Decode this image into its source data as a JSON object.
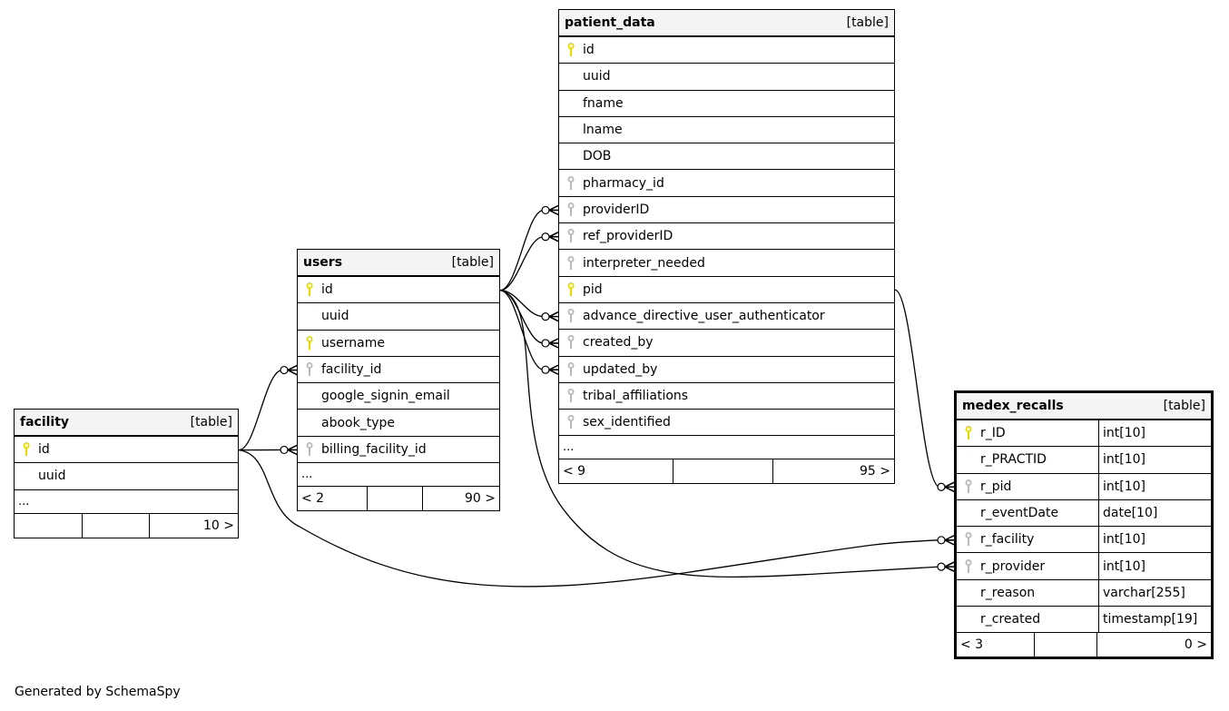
{
  "diagram": {
    "credit": "Generated by SchemaSpy",
    "key_colors": {
      "primary": "#e8d800",
      "foreign": "#b8b8b8"
    },
    "tables": {
      "patient_data": {
        "name": "patient_data",
        "kind": "[table]",
        "columns": [
          {
            "name": "id",
            "key": "primary"
          },
          {
            "name": "uuid",
            "key": "none"
          },
          {
            "name": "fname",
            "key": "none"
          },
          {
            "name": "lname",
            "key": "none"
          },
          {
            "name": "DOB",
            "key": "none"
          },
          {
            "name": "pharmacy_id",
            "key": "foreign"
          },
          {
            "name": "providerID",
            "key": "foreign"
          },
          {
            "name": "ref_providerID",
            "key": "foreign"
          },
          {
            "name": "interpreter_needed",
            "key": "foreign"
          },
          {
            "name": "pid",
            "key": "primary"
          },
          {
            "name": "advance_directive_user_authenticator",
            "key": "foreign"
          },
          {
            "name": "created_by",
            "key": "foreign"
          },
          {
            "name": "updated_by",
            "key": "foreign"
          },
          {
            "name": "tribal_affiliations",
            "key": "foreign"
          },
          {
            "name": "sex_identified",
            "key": "foreign"
          }
        ],
        "more": "...",
        "footer": {
          "parents": "< 9",
          "middle": "",
          "children": "95 >"
        }
      },
      "users": {
        "name": "users",
        "kind": "[table]",
        "columns": [
          {
            "name": "id",
            "key": "primary"
          },
          {
            "name": "uuid",
            "key": "none"
          },
          {
            "name": "username",
            "key": "primary"
          },
          {
            "name": "facility_id",
            "key": "foreign"
          },
          {
            "name": "google_signin_email",
            "key": "none"
          },
          {
            "name": "abook_type",
            "key": "none"
          },
          {
            "name": "billing_facility_id",
            "key": "foreign"
          }
        ],
        "more": "...",
        "footer": {
          "parents": "< 2",
          "middle": "",
          "children": "90 >"
        }
      },
      "facility": {
        "name": "facility",
        "kind": "[table]",
        "columns": [
          {
            "name": "id",
            "key": "primary"
          },
          {
            "name": "uuid",
            "key": "none"
          }
        ],
        "more": "...",
        "footer": {
          "parents": "",
          "middle": "",
          "children": "10 >"
        }
      },
      "medex_recalls": {
        "name": "medex_recalls",
        "kind": "[table]",
        "columns": [
          {
            "name": "r_ID",
            "type": "int[10]",
            "key": "primary"
          },
          {
            "name": "r_PRACTID",
            "type": "int[10]",
            "key": "none"
          },
          {
            "name": "r_pid",
            "type": "int[10]",
            "key": "foreign"
          },
          {
            "name": "r_eventDate",
            "type": "date[10]",
            "key": "none"
          },
          {
            "name": "r_facility",
            "type": "int[10]",
            "key": "foreign"
          },
          {
            "name": "r_provider",
            "type": "int[10]",
            "key": "foreign"
          },
          {
            "name": "r_reason",
            "type": "varchar[255]",
            "key": "none"
          },
          {
            "name": "r_created",
            "type": "timestamp[19]",
            "key": "none"
          }
        ],
        "footer": {
          "parents": "< 3",
          "middle": "",
          "children": "0 >"
        }
      }
    },
    "relationships": [
      {
        "from": "users.id",
        "to": "patient_data.providerID"
      },
      {
        "from": "users.id",
        "to": "patient_data.ref_providerID"
      },
      {
        "from": "users.id",
        "to": "patient_data.advance_directive_user_authenticator"
      },
      {
        "from": "users.id",
        "to": "patient_data.created_by"
      },
      {
        "from": "users.id",
        "to": "patient_data.updated_by"
      },
      {
        "from": "users.id",
        "to": "medex_recalls.r_provider"
      },
      {
        "from": "patient_data.pid",
        "to": "medex_recalls.r_pid"
      },
      {
        "from": "facility.id",
        "to": "users.facility_id"
      },
      {
        "from": "facility.id",
        "to": "users.billing_facility_id"
      },
      {
        "from": "facility.id",
        "to": "medex_recalls.r_facility"
      }
    ]
  }
}
